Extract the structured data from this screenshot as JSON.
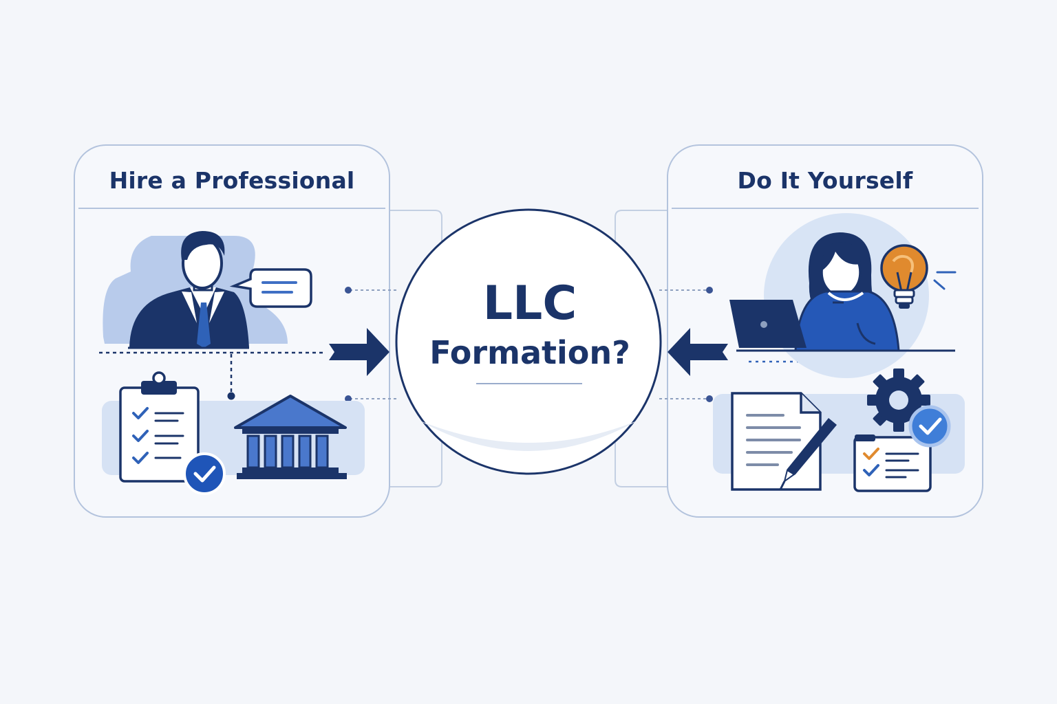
{
  "left_panel": {
    "title": "Hire a Professional"
  },
  "right_panel": {
    "title": "Do It Yourself"
  },
  "center": {
    "line1": "LLC",
    "line2": "Formation?"
  },
  "colors": {
    "navy": "#1b3469",
    "royal_blue": "#2f62b8",
    "light_blue": "#c9d8f0",
    "panel_border": "#b3c3dd",
    "background": "#f4f6fa",
    "accent_orange": "#e08a2e"
  }
}
